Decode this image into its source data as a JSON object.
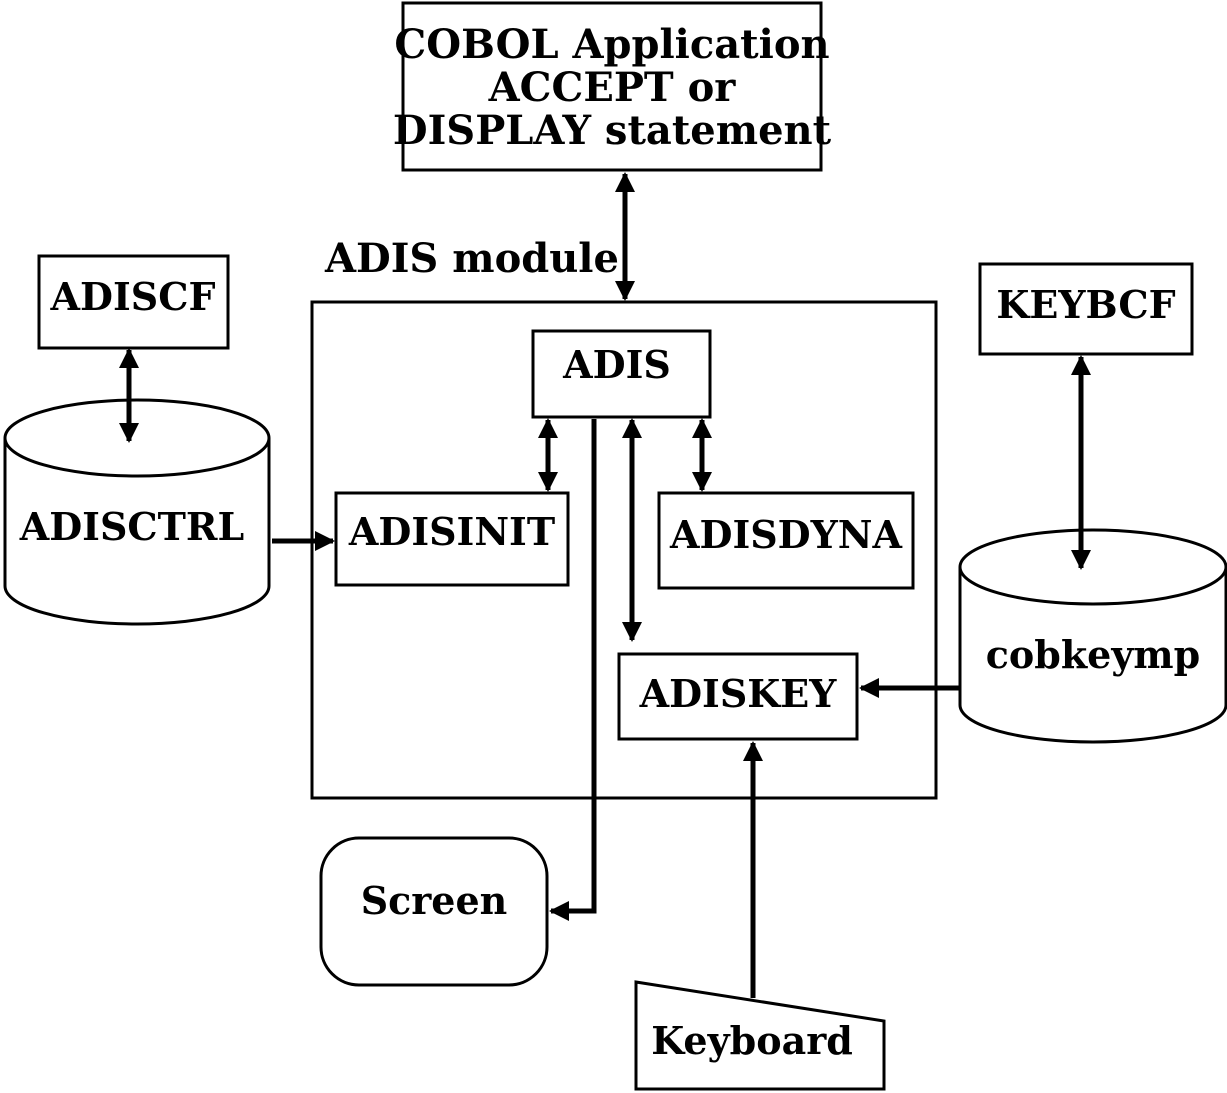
{
  "diagram": {
    "app_box": {
      "line1": "COBOL Application",
      "line2": "ACCEPT or",
      "line3": "DISPLAY statement"
    },
    "module_label": "ADIS module",
    "adis": "ADIS",
    "adisinit": "ADISINIT",
    "adisdyna": "ADISDYNA",
    "adiskey": "ADISKEY",
    "adiscf": "ADISCF",
    "adisctrl": "ADISCTRL",
    "keybcf": "KEYBCF",
    "cobkeymp": "cobkeymp",
    "screen": "Screen",
    "keyboard": "Keyboard"
  }
}
